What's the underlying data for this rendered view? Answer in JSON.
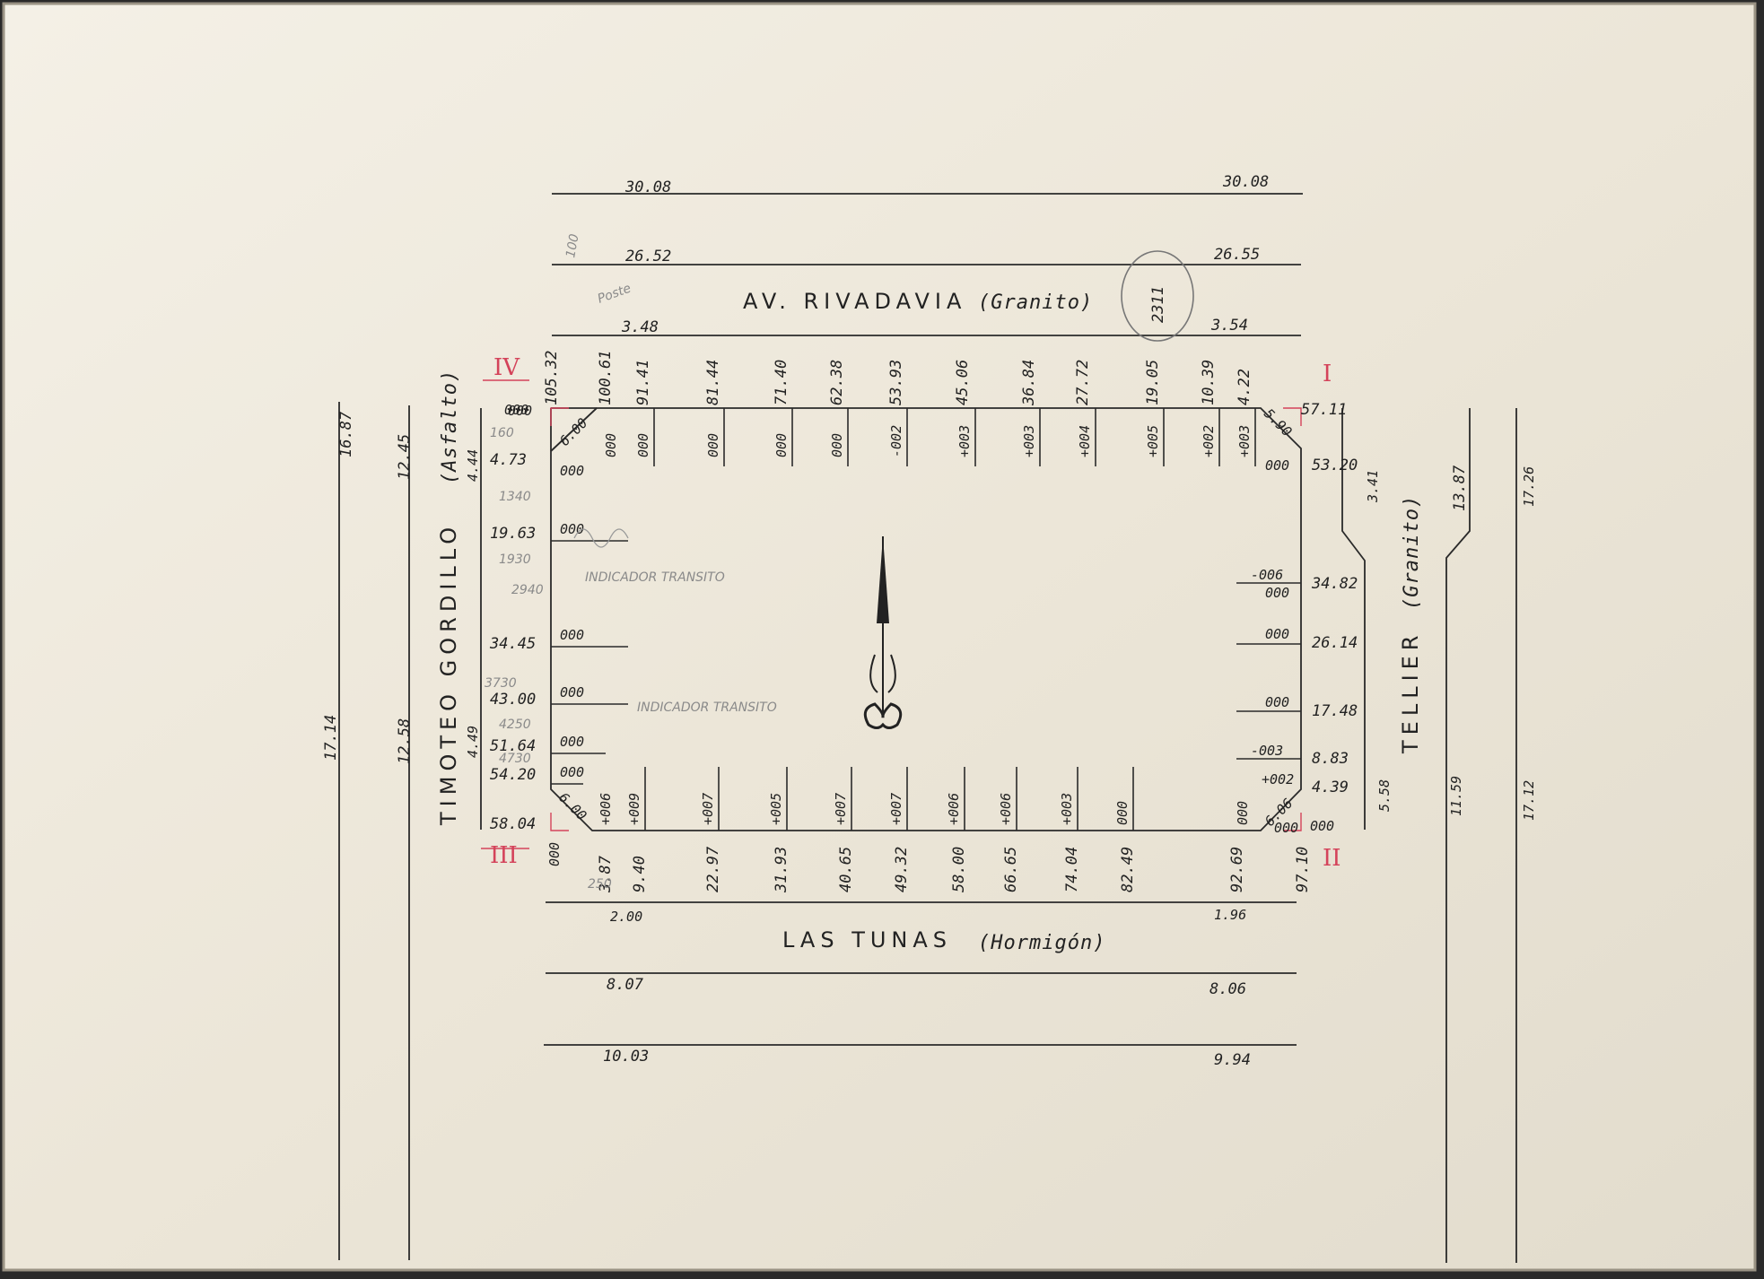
{
  "streets": {
    "north": {
      "name": "AV. RIVADAVIA",
      "paving": "(Granito)"
    },
    "south": {
      "name": "LAS TUNAS",
      "paving": "(Hormigón)"
    },
    "west": {
      "name": "TIMOTEO GORDILLO",
      "paving": "(Asfalto)"
    },
    "east": {
      "name": "TELLIER",
      "paving": "(Granito)"
    }
  },
  "corners": {
    "I": "I",
    "II": "II",
    "III": "III",
    "IV": "IV"
  },
  "north_lines": {
    "line1": {
      "left": "30.08",
      "right": "30.08"
    },
    "line2": {
      "left": "26.52",
      "right": "26.55"
    },
    "line3": {
      "left": "3.48",
      "right": "3.54"
    }
  },
  "south_lines": {
    "line1": {
      "left": "2.00",
      "right": "1.96"
    },
    "line2": {
      "left": "8.07",
      "right": "8.06"
    },
    "line3": {
      "left": "10.03",
      "right": "9.94"
    }
  },
  "west_lines": {
    "a_top": "16.87",
    "a_bottom": "17.14",
    "b_top": "12.45",
    "b_bottom": "12.58",
    "c_top": "4.44",
    "c_bottom": "4.49"
  },
  "east_lines": {
    "a": "3.41",
    "b": "5.58",
    "c": "13.87",
    "d": "11.59",
    "e_top": "17.26",
    "e_bottom": "17.12"
  },
  "circled": "2311",
  "chamfers": {
    "nw": "6.00",
    "ne": "5.90",
    "sw": "6.00",
    "se": "6.06"
  },
  "north_side": {
    "progressives": [
      "105.32",
      "100.61",
      "91.41",
      "81.44",
      "71.40",
      "62.38",
      "53.93",
      "45.06",
      "36.84",
      "27.72",
      "19.05",
      "10.39",
      "4.22"
    ],
    "codes": [
      "000",
      "000",
      "000",
      "000",
      "000",
      "000",
      "-002",
      "+003",
      "+003",
      "+004",
      "+005",
      "+002",
      "+003"
    ],
    "corner_code": "000",
    "end": "57.11"
  },
  "south_side": {
    "progressives": [
      "3.87",
      "9.40",
      "22.97",
      "31.93",
      "40.65",
      "49.32",
      "58.00",
      "66.65",
      "74.04",
      "82.49",
      "92.69",
      "97.10"
    ],
    "codes": [
      "+006",
      "+009",
      "+007",
      "+005",
      "+007",
      "+007",
      "+006",
      "+006",
      "+003",
      "000",
      "000"
    ],
    "corner_left": "000",
    "corner_right": "000"
  },
  "west_side": {
    "progressives": [
      "4.73",
      "19.63",
      "34.45",
      "43.00",
      "51.64",
      "54.20",
      "58.04"
    ],
    "codes": [
      "000",
      "000",
      "000",
      "000",
      "000",
      "000"
    ],
    "top_code": "000"
  },
  "east_side": {
    "progressives": [
      "53.20",
      "34.82",
      "26.14",
      "17.48",
      "8.83",
      "4.39"
    ],
    "codes": [
      "000",
      "-006",
      "000",
      "000",
      "000",
      "-003",
      "+002",
      "000"
    ]
  },
  "pencil_notes": [
    "INDICADOR TRANSITO",
    "INDICADOR TRANSITO",
    "160",
    "1340",
    "1930",
    "2940",
    "3730",
    "4250",
    "4730",
    "250",
    "100",
    "Poste"
  ]
}
